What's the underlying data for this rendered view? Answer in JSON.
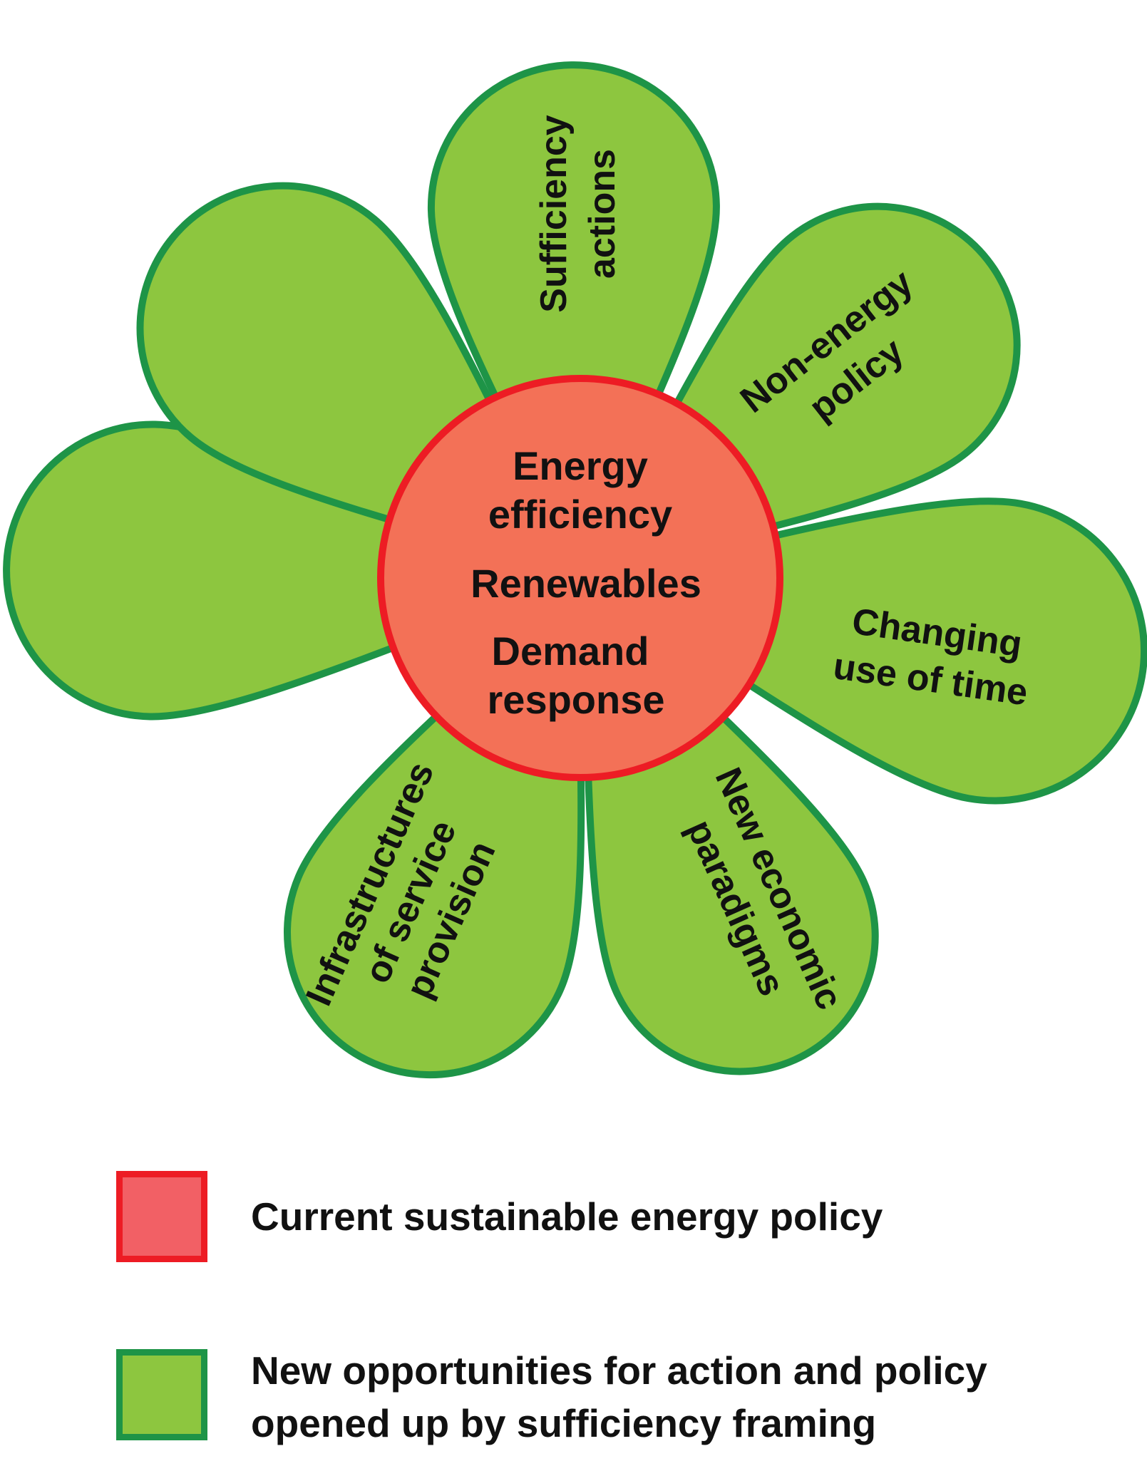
{
  "center": {
    "lines": [
      "Energy",
      "efficiency",
      "Renewables",
      "Demand",
      "response"
    ],
    "fill": "#f37157",
    "stroke": "#ed1c24"
  },
  "petals": [
    {
      "id": "sufficiency-actions",
      "lines": [
        "Sufficiency",
        "actions"
      ]
    },
    {
      "id": "non-energy-policy",
      "lines": [
        "Non-energy",
        "policy"
      ]
    },
    {
      "id": "changing-use-of-time",
      "lines": [
        "Changing",
        "use of time"
      ]
    },
    {
      "id": "new-economic-paradigms",
      "lines": [
        "New economic",
        "paradigms"
      ]
    },
    {
      "id": "infrastructures-of-service-provision",
      "lines": [
        "Infrastructures",
        "of service",
        "provision"
      ]
    },
    {
      "id": "left-blank",
      "lines": []
    },
    {
      "id": "upper-left-blank",
      "lines": []
    }
  ],
  "colors": {
    "petal_fill": "#8dc63f",
    "petal_stroke": "#1e9447",
    "legend_red_fill": "#f26065",
    "legend_red_stroke": "#ed1c24"
  },
  "legend": [
    {
      "key": "current-policy",
      "text_lines": [
        "Current sustainable energy policy"
      ]
    },
    {
      "key": "new-opportunities",
      "text_lines": [
        "New opportunities for action and policy",
        "opened up by sufficiency framing"
      ]
    }
  ]
}
